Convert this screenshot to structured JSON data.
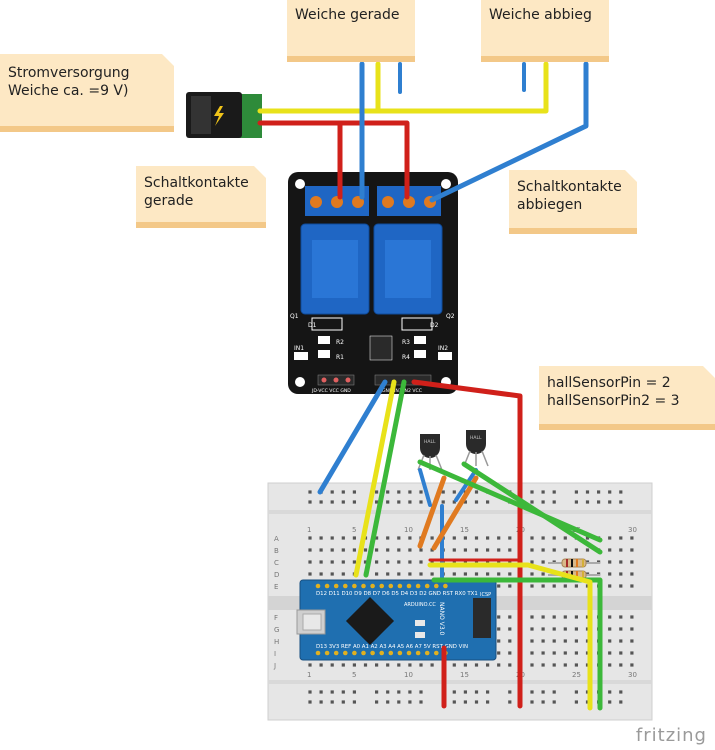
{
  "notes": {
    "weiche_gerade": "Weiche gerade",
    "weiche_abbieg": "Weiche abbieg",
    "stromversorgung": "Stromversorgung\nWeiche ca. =9 V)",
    "schaltkontakte_gerade": "Schaltkontakte\ngerade",
    "schaltkontakte_abbiegen": "Schaltkontakte\nabbiegen",
    "hall_pins": "hallSensorPin = 2\nhallSensorPin2 = 3"
  },
  "relay": {
    "q1": "Q1",
    "q2": "Q2",
    "d1": "D1",
    "d2": "D2",
    "r1": "R1",
    "r2": "R2",
    "r3": "R3",
    "r4": "R4",
    "in1": "IN1",
    "in2": "IN2",
    "header_left": "JD-VCC VCC GND",
    "header_right": "GND IN1 IN2 VCC"
  },
  "breadboard": {
    "row_letters": [
      "A",
      "B",
      "C",
      "D",
      "E",
      "F",
      "G",
      "H",
      "I",
      "J"
    ],
    "col_numbers": [
      "1",
      "5",
      "10",
      "15",
      "20",
      "25",
      "30"
    ]
  },
  "arduino": {
    "top_pins": "D12 D11 D10 D9 D8 D7 D6 D5 D4 D3 D2 GND RST RX0 TX1",
    "bottom_pins": "D13 3V3 REF A0 A1 A2 A3 A4 A5 A6 A7 5V RST GND VIN",
    "brand": "ARDUINO.CC",
    "model": "NANO V3.0",
    "icsp": "ICSP"
  },
  "sensors": {
    "label": "HALL"
  },
  "logo": "fritzing",
  "colors": {
    "red": "#d0201a",
    "blue": "#2f7fd0",
    "yellow": "#e8e21a",
    "green": "#3cb83a",
    "orange": "#e07a20",
    "relay_blue": "#1f66c4",
    "board_blue": "#1f6fb0",
    "note_bg": "#fde8c4"
  }
}
